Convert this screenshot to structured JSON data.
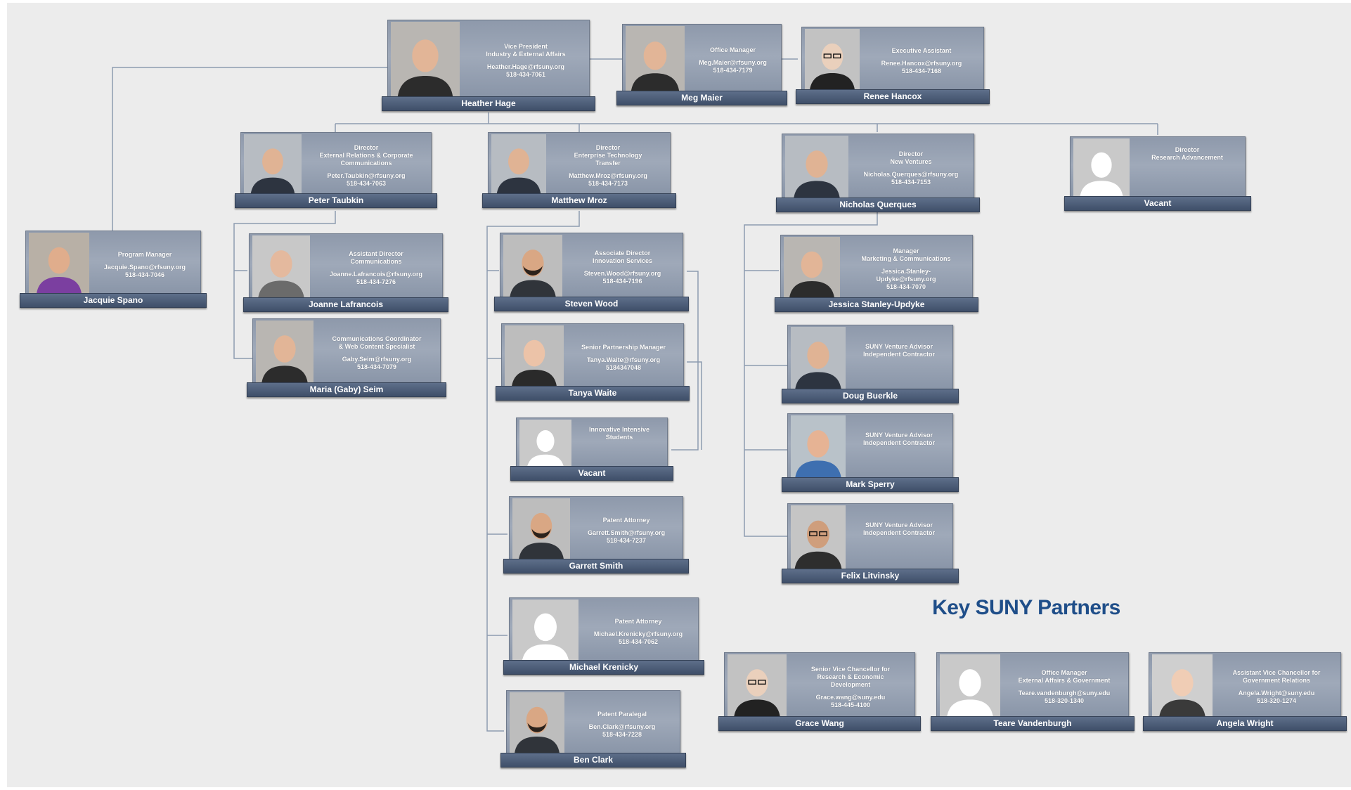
{
  "colors": {
    "card": "#9aa4b4",
    "name_bar": "#4b5b75",
    "connector": "#8d9bb0",
    "partners_heading": "#1f4e89"
  },
  "partners_heading": "Key SUNY Partners",
  "people": {
    "hage": {
      "title": "Vice President\nIndustry & External Affairs",
      "contact": "Heather.Hage@rfsuny.org\n518-434-7061",
      "name": "Heather Hage",
      "photo": "photo-female-dark-hair"
    },
    "maier": {
      "title": "Office Manager",
      "contact": "Meg.Maier@rfsuny.org\n518-434-7179",
      "name": "Meg Maier",
      "photo": "photo-female-dark-hair"
    },
    "hancox": {
      "title": "Executive Assistant",
      "contact": "Renee.Hancox@rfsuny.org\n518-434-7168",
      "name": "Renee Hancox",
      "photo": "photo-female-black-hair"
    },
    "taubkin": {
      "title": "Director\nExternal Relations & Corporate\nCommunications",
      "contact": "Peter.Taubkin@rfsuny.org\n518-434-7063",
      "name": "Peter Taubkin",
      "photo": "photo-male-suit"
    },
    "mroz": {
      "title": "Director\nEnterprise Technology\nTransfer",
      "contact": "Matthew.Mroz@rfsuny.org\n518-434-7173",
      "name": "Matthew Mroz",
      "photo": "photo-male-suit"
    },
    "querques": {
      "title": "Director\nNew Ventures",
      "contact": "Nicholas.Querques@rfsuny.org\n518-434-7153",
      "name": "Nicholas Querques",
      "photo": "photo-male-suit"
    },
    "vacant_research": {
      "title": "Director\nResearch Advancement",
      "contact": "",
      "name": "Vacant",
      "photo": "photo-placeholder"
    },
    "spano": {
      "title": "Program Manager",
      "contact": "Jacquie.Spano@rfsuny.org\n518-434-7046",
      "name": "Jacquie Spano",
      "photo": "photo-female-curly-hair"
    },
    "lafrancois": {
      "title": "Assistant Director\nCommunications",
      "contact": "Joanne.Lafrancois@rfsuny.org\n518-434-7276",
      "name": "Joanne Lafrancois",
      "photo": "photo-female-short-hair"
    },
    "seim": {
      "title": "Communications Coordinator\n& Web Content Specialist",
      "contact": "Gaby.Seim@rfsuny.org\n518-434-7079",
      "name": "Maria (Gaby) Seim",
      "photo": "photo-female-dark-hair"
    },
    "wood": {
      "title": "Associate Director\nInnovation Services",
      "contact": "Steven.Wood@rfsuny.org\n518-434-7196",
      "name": "Steven Wood",
      "photo": "photo-male-beard"
    },
    "waite": {
      "title": "Senior Partnership Manager",
      "contact": "Tanya.Waite@rfsuny.org\n5184347048",
      "name": "Tanya Waite",
      "photo": "photo-female-red-hair"
    },
    "vacant_iis": {
      "title": "Innovative Intensive\nStudents",
      "contact": "",
      "name": "Vacant",
      "photo": "photo-placeholder"
    },
    "smith": {
      "title": "Patent Attorney",
      "contact": "Garrett.Smith@rfsuny.org\n518-434-7237",
      "name": "Garrett Smith",
      "photo": "photo-male-beard"
    },
    "krenicky": {
      "title": "Patent Attorney",
      "contact": "Michael.Krenicky@rfsuny.org\n518-434-7062",
      "name": "Michael Krenicky",
      "photo": "photo-placeholder"
    },
    "clark": {
      "title": "Patent Paralegal",
      "contact": "Ben.Clark@rfsuny.org\n518-434-7228",
      "name": "Ben Clark",
      "photo": "photo-male-beard"
    },
    "stanley": {
      "title": "Manager\nMarketing & Communications",
      "contact": "Jessica.Stanley-\nUpdyke@rfsuny.org\n518-434-7070",
      "name": "Jessica Stanley-Updyke",
      "photo": "photo-female-dark-hair"
    },
    "buerkle": {
      "title": "SUNY Venture Advisor\nIndependent Contractor",
      "contact": "",
      "name": "Doug Buerkle",
      "photo": "photo-male-suit"
    },
    "sperry": {
      "title": "SUNY Venture Advisor\nIndependent Contractor",
      "contact": "",
      "name": "Mark Sperry",
      "photo": "photo-male-gray-hair"
    },
    "litvinsky": {
      "title": "SUNY Venture Advisor\nIndependent Contractor",
      "contact": "",
      "name": "Felix Litvinsky",
      "photo": "photo-male-glasses"
    },
    "wang": {
      "title": "Senior Vice Chancellor for\nResearch & Economic\nDevelopment",
      "contact": "Grace.wang@suny.edu\n518-445-4100",
      "name": "Grace Wang",
      "photo": "photo-female-black-hair"
    },
    "vandenburgh": {
      "title": "Office Manager\nExternal Affairs & Government",
      "contact": "Teare.vandenburgh@suny.edu\n518-320-1340",
      "name": "Teare Vandenburgh",
      "photo": "photo-placeholder"
    },
    "wright": {
      "title": "Assistant Vice Chancellor for\nGovernment Relations",
      "contact": "Angela.Wright@suny.edu\n518-320-1274",
      "name": "Angela Wright",
      "photo": "photo-female-blonde"
    }
  }
}
